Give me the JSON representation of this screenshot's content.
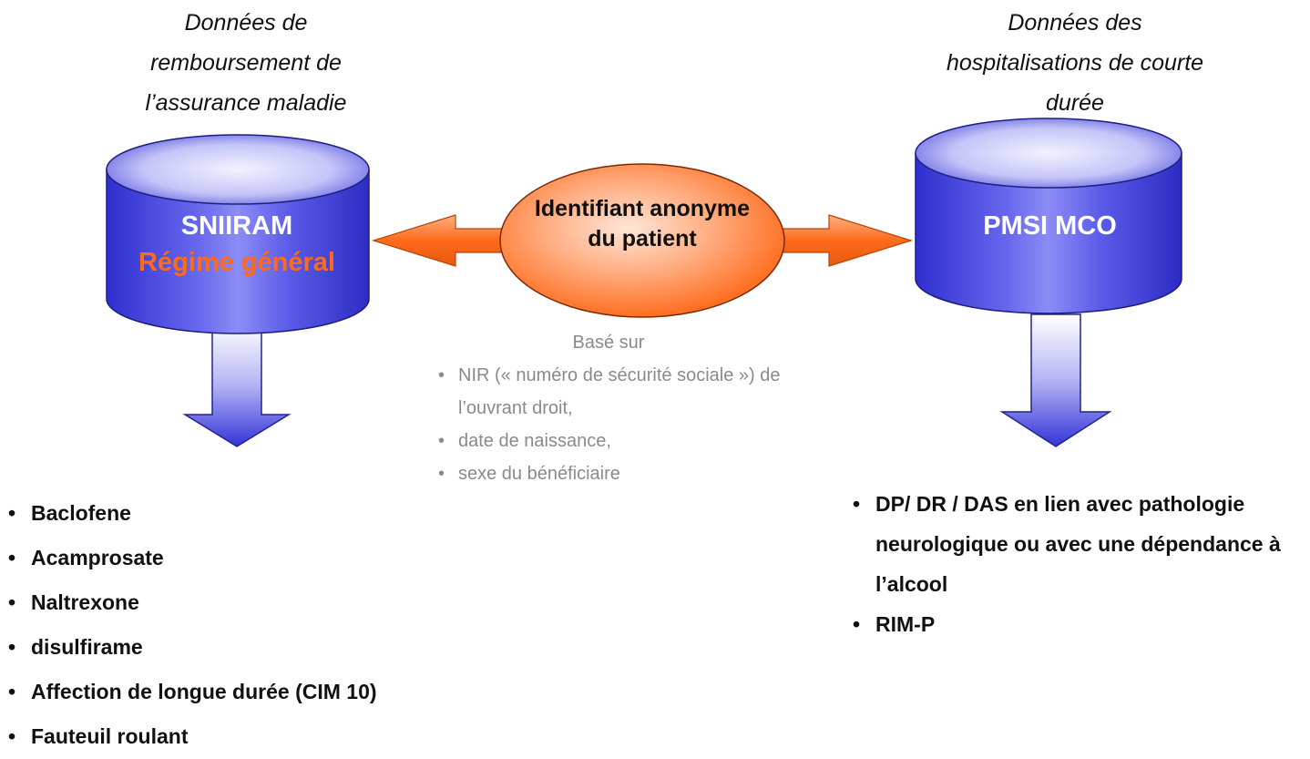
{
  "left_source": {
    "caption": "Données de remboursement de l’assurance maladie",
    "db_name": "SNIIRAM",
    "db_subtitle": "Régime général"
  },
  "right_source": {
    "caption": "Données des hospitalisations de courte durée",
    "db_name": "PMSI MCO"
  },
  "link": {
    "label": "Identifiant anonyme du patient",
    "basis_title": "Basé sur",
    "basis_items": [
      "NIR (« numéro de sécurité sociale ») de l’ouvrant droit,",
      "date de naissance,",
      "sexe du bénéficiaire"
    ]
  },
  "left_items": [
    "Baclofene",
    "Acamprosate",
    "Naltrexone",
    "disulfirame",
    "Affection de longue durée (CIM 10)",
    "Fauteuil roulant"
  ],
  "right_items": [
    "DP/ DR / DAS en lien avec pathologie neurologique ou avec une dépendance à l’alcool",
    "RIM-P"
  ],
  "colors": {
    "cylinder_blue": "#3b3bd9",
    "cylinder_light": "#e4e4ff",
    "arrow_orange": "#ff6a1a",
    "subtitle_orange": "#ff6a1a",
    "basis_gray": "#8a8a8a"
  }
}
